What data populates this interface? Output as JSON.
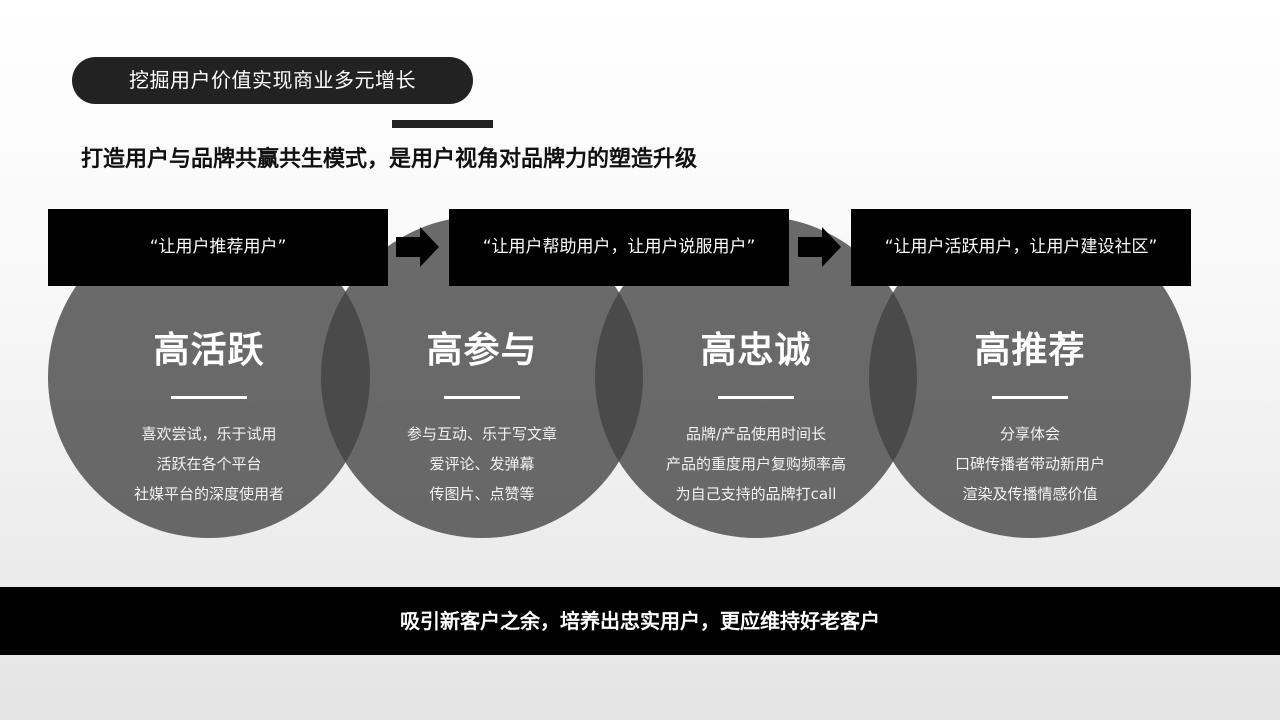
{
  "header": {
    "title": "挖掘用户价值实现商业多元增长",
    "subtitle": "打造用户与品牌共赢共生模式，是用户视角对品牌力的塑造升级"
  },
  "quotes": [
    "“让用户推荐用户”",
    "“让用户帮助用户，让用户说服用户”",
    "“让用户活跃用户，让用户建设社区”"
  ],
  "stages": [
    {
      "title": "高活跃",
      "lines": [
        "喜欢尝试，乐于试用",
        "活跃在各个平台",
        "社媒平台的深度使用者"
      ]
    },
    {
      "title": "高参与",
      "lines": [
        "参与互动、乐于写文章",
        "爱评论、发弹幕",
        "传图片、点赞等"
      ]
    },
    {
      "title": "高忠诚",
      "lines": [
        "品牌/产品使用时间长",
        "产品的重度用户复购频率高",
        "为自己支持的品牌打call"
      ]
    },
    {
      "title": "高推荐",
      "lines": [
        "分享体会",
        "口碑传播者带动新用户",
        "渲染及传播情感价值"
      ]
    }
  ],
  "footer": {
    "text": "吸引新客户之余，培养出忠实用户，更应维持好老客户"
  },
  "icons": {
    "arrow": "arrow-right-icon"
  },
  "colors": {
    "dark": "#222222",
    "black": "#000000",
    "circle": "#5a5a5a",
    "white": "#ffffff"
  }
}
